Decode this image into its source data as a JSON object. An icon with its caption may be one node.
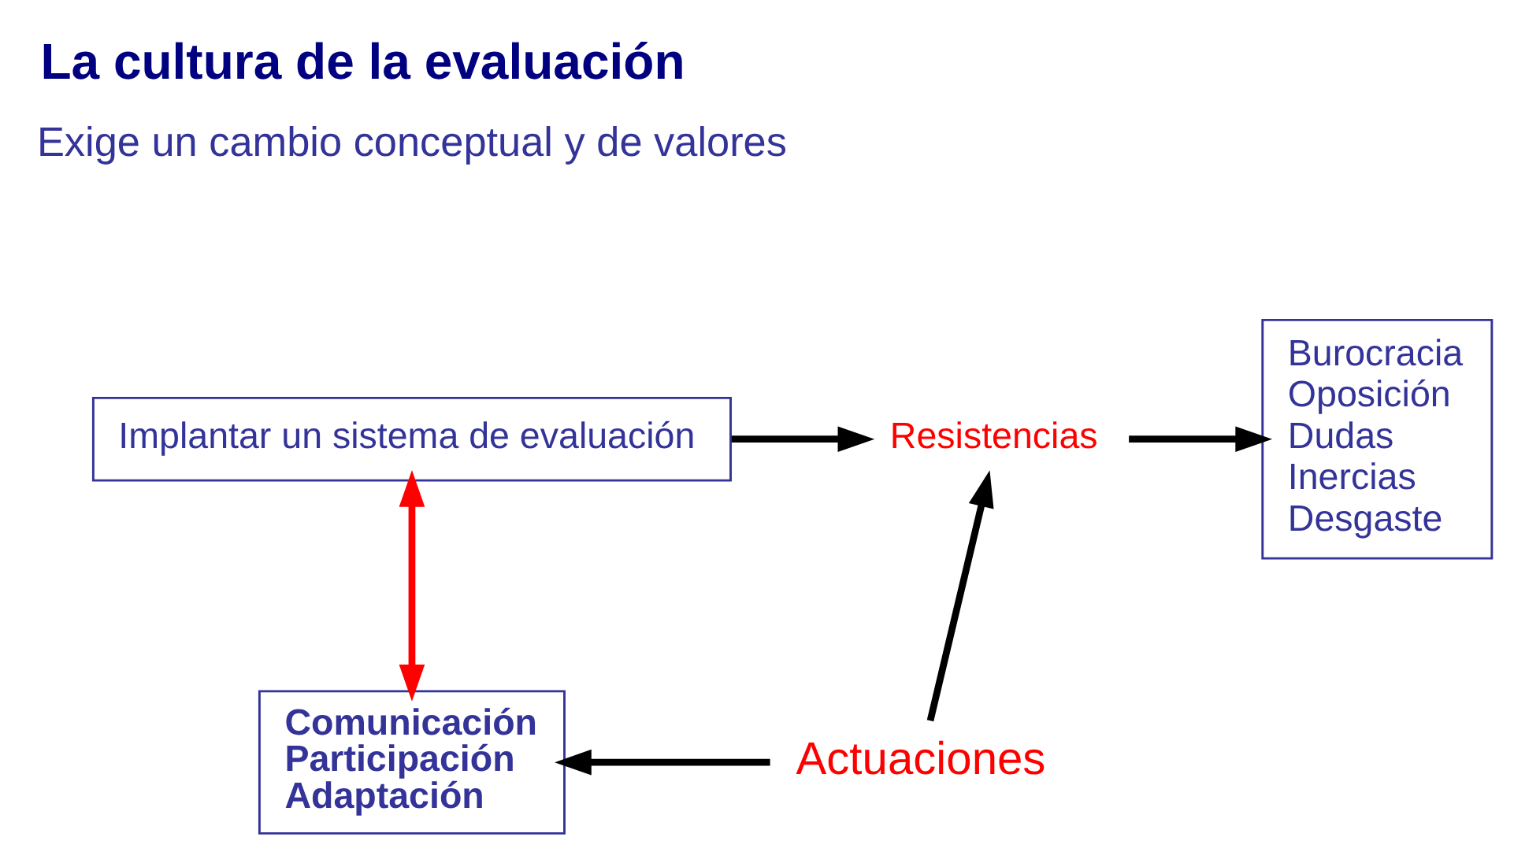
{
  "diagram": {
    "title": "La cultura de la evaluación",
    "nodes": [
      {
        "text": [
          "Implantar un sistema de evaluación"
        ]
      },
      {
        "text": [
          "Resistencias"
        ]
      },
      {
        "text": [
          "Burocracia",
          "Oposición",
          "Dudas",
          "Inercias",
          "Desgaste"
        ]
      },
      {
        "text": [
          "Comunicación",
          "Participación",
          "Adaptación"
        ]
      },
      {
        "text": [
          "Actuaciones"
        ]
      }
    ],
    "edges": [
      {
        "from": 0,
        "to": 1,
        "arrow": "to"
      },
      {
        "from": 1,
        "to": 2,
        "arrow": "to"
      },
      {
        "from": 4,
        "to": 1,
        "arrow": "to"
      },
      {
        "from": 4,
        "to": 3,
        "arrow": "to"
      },
      {
        "from": 0,
        "to": 3,
        "arrow": "both",
        "color": "#ff0000"
      }
    ],
    "labels": [
      "Exige un cambio conceptual y de valores"
    ]
  }
}
